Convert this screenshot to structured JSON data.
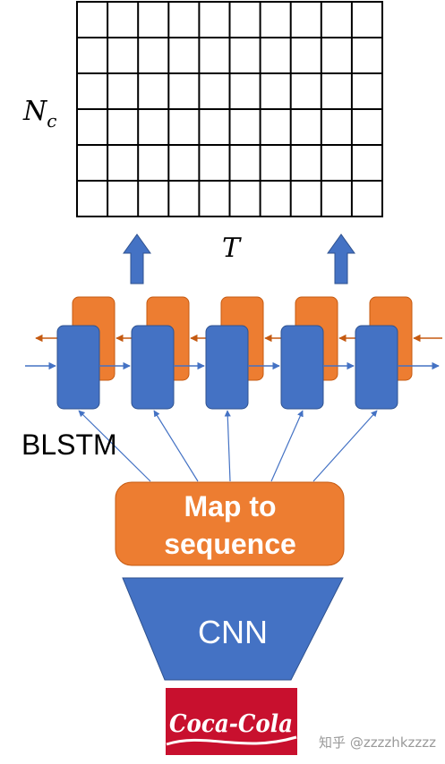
{
  "grid": {
    "rows": 6,
    "cols": 10,
    "row_label": "N",
    "row_label_sub": "c",
    "col_label": "T"
  },
  "blstm": {
    "label": "BLSTM",
    "cell_count": 5
  },
  "map_to_sequence": {
    "line1": "Map to",
    "line2": "sequence"
  },
  "cnn": {
    "label": "CNN"
  },
  "input_image": {
    "logo_text": "Coca-Cola"
  },
  "watermark": {
    "text": "知乎 @zzzzhkzzzz"
  },
  "colors": {
    "blue": "#4472C4",
    "orange": "#ED7D31",
    "blue_border": "#2F528F",
    "orange_border": "#C0504D",
    "coke_red": "#C8102E"
  }
}
